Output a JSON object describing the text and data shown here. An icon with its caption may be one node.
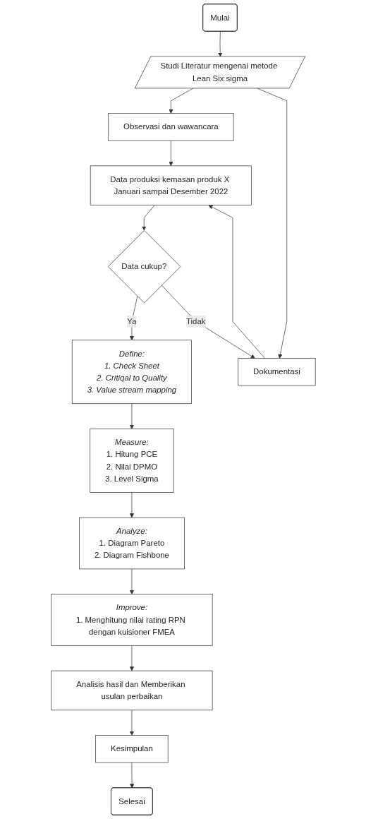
{
  "diagram": {
    "nodes": [
      {
        "text": [
          "Mulai"
        ]
      },
      {
        "text": [
          "Studi Literatur mengenai metode Lean Six sigma"
        ]
      },
      {
        "text": [
          "Observasi dan wawancara"
        ]
      },
      {
        "text": [
          "Dokumentasi"
        ]
      },
      {
        "text": [
          "Data produksi kemasan produk X Januari sampai Desember 2022"
        ]
      },
      {
        "text": [
          "Data cukup?"
        ]
      },
      {
        "text": [
          "Define:",
          "1. Check Sheet",
          "2. Critiqal to Quality",
          "3. Value stream mapping"
        ]
      },
      {
        "text": [
          "Measure:",
          "1. Hitung PCE",
          "2. Nilai DPMO",
          "3. Level Sigma"
        ]
      },
      {
        "text": [
          "Analyze:",
          "1. Diagram Pareto",
          "2. Diagram Fishbone"
        ]
      },
      {
        "text": [
          "Improve:",
          "1. Menghitung nilai rating RPN dengan kuisioner FMEA"
        ]
      },
      {
        "text": [
          "Analisis hasil dan Memberikan usulan perbaikan"
        ]
      },
      {
        "text": [
          "Kesimpulan"
        ]
      },
      {
        "text": [
          "Selesai"
        ]
      }
    ],
    "edges": [
      {
        "from": 0,
        "to": 1,
        "arrow": "to"
      },
      {
        "from": 1,
        "to": 2,
        "arrow": "to"
      },
      {
        "from": 1,
        "to": 3,
        "arrow": "to"
      },
      {
        "from": 2,
        "to": 4,
        "arrow": "to"
      },
      {
        "from": 3,
        "to": 4,
        "arrow": "to"
      },
      {
        "from": 4,
        "to": 5,
        "arrow": "to"
      },
      {
        "from": 5,
        "to": 6,
        "label": "Ya",
        "arrow": "to"
      },
      {
        "from": 5,
        "to": 3,
        "label": "Tidak",
        "arrow": "to"
      },
      {
        "from": 6,
        "to": 7,
        "arrow": "to"
      },
      {
        "from": 7,
        "to": 8,
        "arrow": "to"
      },
      {
        "from": 8,
        "to": 9,
        "arrow": "to"
      },
      {
        "from": 9,
        "to": 10,
        "arrow": "to"
      },
      {
        "from": 10,
        "to": 11,
        "arrow": "to"
      },
      {
        "from": 11,
        "to": 12,
        "arrow": "to"
      }
    ]
  }
}
